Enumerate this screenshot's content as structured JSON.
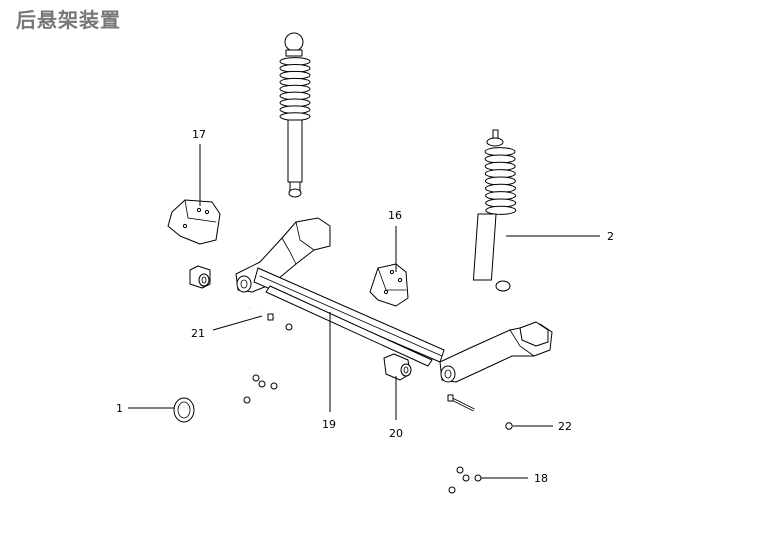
{
  "title": "后悬架装置",
  "callouts": [
    {
      "id": "c1",
      "label": "1"
    },
    {
      "id": "c2",
      "label": "2"
    },
    {
      "id": "c16",
      "label": "16"
    },
    {
      "id": "c17",
      "label": "17"
    },
    {
      "id": "c18",
      "label": "18"
    },
    {
      "id": "c19",
      "label": "19"
    },
    {
      "id": "c20",
      "label": "20"
    },
    {
      "id": "c21",
      "label": "21"
    },
    {
      "id": "c22",
      "label": "22"
    }
  ]
}
